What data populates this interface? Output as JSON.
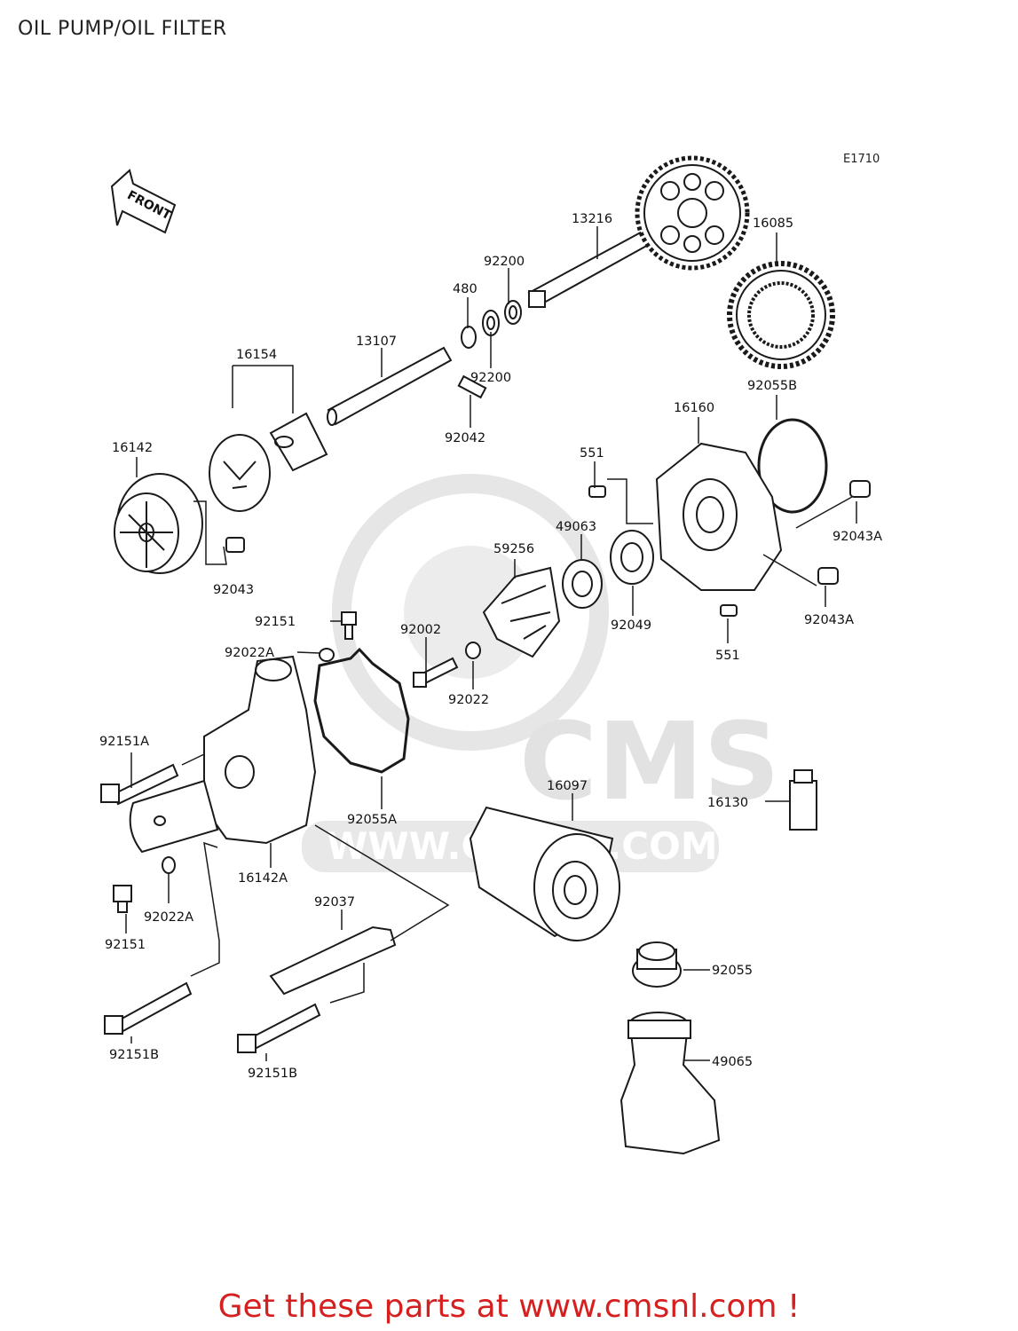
{
  "page": {
    "title": "OIL PUMP/OIL FILTER",
    "diagram_code": "E1710",
    "footer": "Get these parts at www.cmsnl.com !",
    "front_label": "FRONT",
    "watermark_text": "CMS",
    "watermark_url": "WWW.CMSNL.COM"
  },
  "colors": {
    "line": "#1a1a1a",
    "watermark": "#e4e4e4",
    "footer": "#d62020"
  },
  "parts": [
    {
      "id": "p13216",
      "label": "13216"
    },
    {
      "id": "p16085",
      "label": "16085"
    },
    {
      "id": "p92200a",
      "label": "92200"
    },
    {
      "id": "p480",
      "label": "480"
    },
    {
      "id": "p92200b",
      "label": "92200"
    },
    {
      "id": "p13107",
      "label": "13107"
    },
    {
      "id": "p16154",
      "label": "16154"
    },
    {
      "id": "p92042",
      "label": "92042"
    },
    {
      "id": "p16142",
      "label": "16142"
    },
    {
      "id": "p92043",
      "label": "92043"
    },
    {
      "id": "p92055B",
      "label": "92055B"
    },
    {
      "id": "p16160",
      "label": "16160"
    },
    {
      "id": "p551a",
      "label": "551"
    },
    {
      "id": "p92043Aa",
      "label": "92043A"
    },
    {
      "id": "p49063",
      "label": "49063"
    },
    {
      "id": "p59256",
      "label": "59256"
    },
    {
      "id": "p92049",
      "label": "92049"
    },
    {
      "id": "p92043Ab",
      "label": "92043A"
    },
    {
      "id": "p551b",
      "label": "551"
    },
    {
      "id": "p92151a",
      "label": "92151"
    },
    {
      "id": "p92002",
      "label": "92002"
    },
    {
      "id": "p92022A_a",
      "label": "92022A"
    },
    {
      "id": "p92022",
      "label": "92022"
    },
    {
      "id": "p92151A",
      "label": "92151A"
    },
    {
      "id": "p92055A",
      "label": "92055A"
    },
    {
      "id": "p16097",
      "label": "16097"
    },
    {
      "id": "p16130",
      "label": "16130"
    },
    {
      "id": "p16142A",
      "label": "16142A"
    },
    {
      "id": "p92022A_b",
      "label": "92022A"
    },
    {
      "id": "p92151b",
      "label": "92151"
    },
    {
      "id": "p92037",
      "label": "92037"
    },
    {
      "id": "p92055",
      "label": "92055"
    },
    {
      "id": "p49065",
      "label": "49065"
    },
    {
      "id": "p92151B_a",
      "label": "92151B"
    },
    {
      "id": "p92151B_b",
      "label": "92151B"
    }
  ]
}
